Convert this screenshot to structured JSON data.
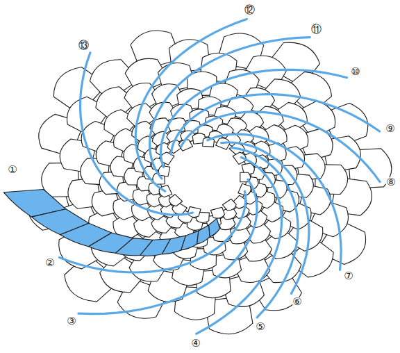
{
  "diagram": {
    "labels": [
      "①",
      "②",
      "③",
      "④",
      "⑤",
      "⑥",
      "⑦",
      "⑧",
      "⑨",
      "⑩",
      "⑪",
      "⑫",
      "⑬"
    ]
  }
}
